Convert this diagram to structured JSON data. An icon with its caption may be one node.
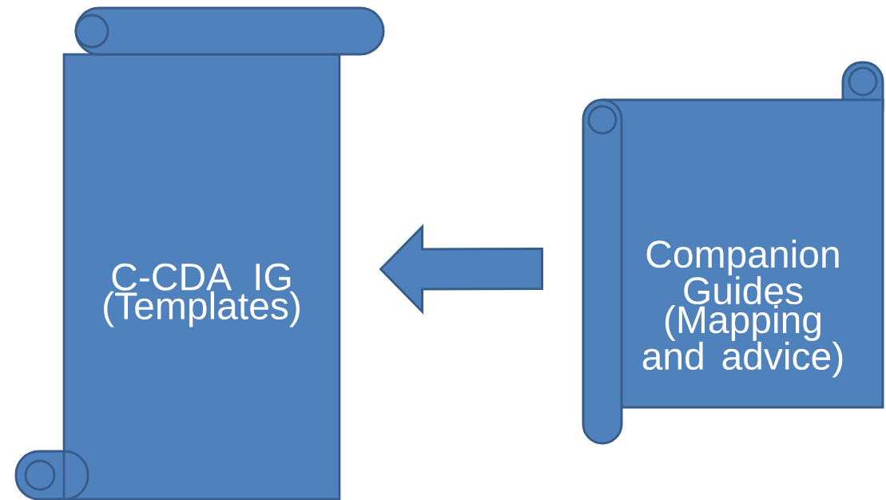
{
  "diagram": {
    "nodes": [
      {
        "text": [
          "C-CDA IG (Templates)"
        ]
      },
      {
        "text": [
          "Companion Guides (Mapping and advice)"
        ]
      }
    ],
    "edges": [
      {
        "from": 1,
        "to": 0,
        "arrow": "to"
      }
    ]
  }
}
